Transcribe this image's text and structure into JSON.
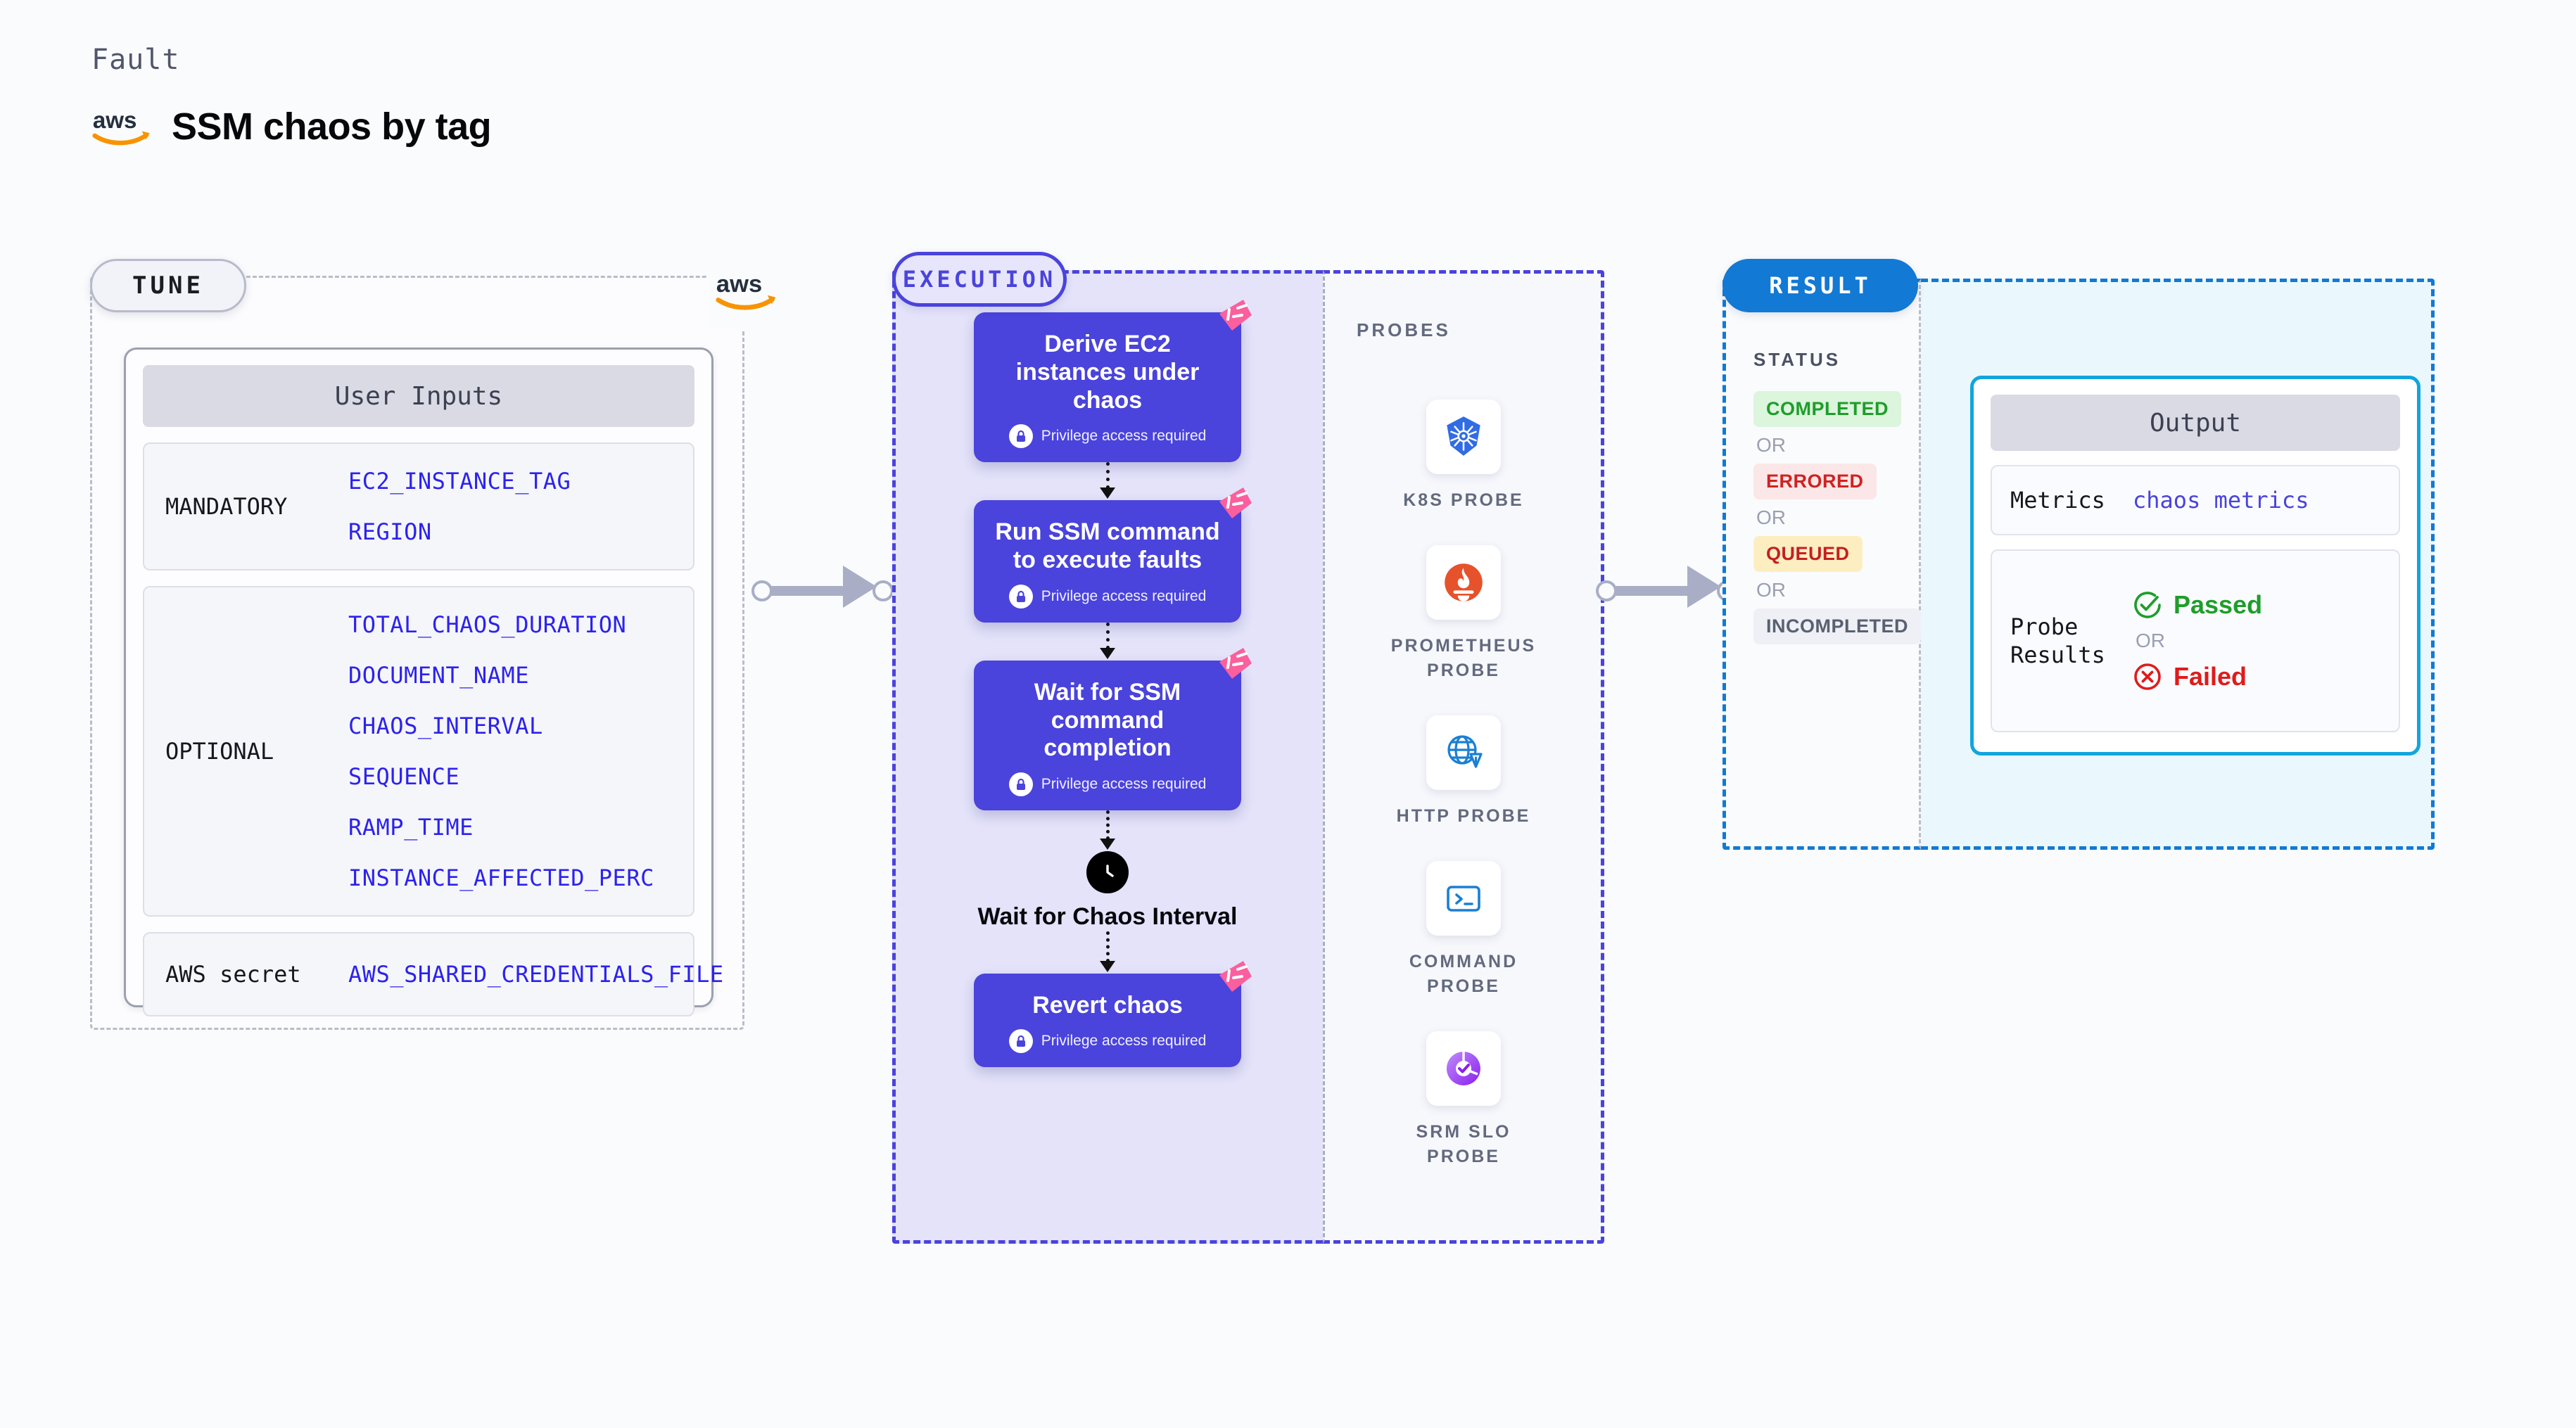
{
  "header": {
    "kicker": "Fault",
    "title": "SSM chaos by tag",
    "logo_icon": "aws-logo"
  },
  "tune": {
    "tab_label": "TUNE",
    "card_header": "User Inputs",
    "aws_badge_icon": "aws-logo",
    "groups": [
      {
        "kind": "MANDATORY",
        "params": [
          "EC2_INSTANCE_TAG",
          "REGION"
        ]
      },
      {
        "kind": "OPTIONAL",
        "params": [
          "TOTAL_CHAOS_DURATION",
          "DOCUMENT_NAME",
          "CHAOS_INTERVAL",
          "SEQUENCE",
          "RAMP_TIME",
          "INSTANCE_AFFECTED_PERC"
        ]
      },
      {
        "kind": "AWS secret",
        "params": [
          "AWS_SHARED_CREDENTIALS_FILE"
        ]
      }
    ]
  },
  "execution": {
    "tab_label": "EXECUTION",
    "privilege_note": "Privilege access required",
    "lock_icon": "lock-icon",
    "flag_icon": "chaos-flag-icon",
    "steps": [
      {
        "type": "box",
        "title": "Derive EC2 instances under chaos",
        "privileged": true
      },
      {
        "type": "box",
        "title": "Run SSM command to execute faults",
        "privileged": true
      },
      {
        "type": "box",
        "title": "Wait for SSM command completion",
        "privileged": true
      },
      {
        "type": "clock",
        "title": "Wait for Chaos Interval",
        "icon": "clock-icon"
      },
      {
        "type": "box",
        "title": "Revert chaos",
        "privileged": true
      }
    ]
  },
  "probes": {
    "section_label": "PROBES",
    "items": [
      {
        "label": "K8S PROBE",
        "icon": "kubernetes-icon"
      },
      {
        "label": "PROMETHEUS PROBE",
        "icon": "prometheus-icon"
      },
      {
        "label": "HTTP PROBE",
        "icon": "http-globe-icon"
      },
      {
        "label": "COMMAND PROBE",
        "icon": "terminal-icon"
      },
      {
        "label": "SRM SLO PROBE",
        "icon": "srm-slo-icon"
      }
    ]
  },
  "result": {
    "tab_label": "RESULT",
    "status_label": "STATUS",
    "or_label": "OR",
    "statuses": [
      {
        "label": "COMPLETED",
        "text_color": "#1f9d2b",
        "bg_color": "#dcf5dd"
      },
      {
        "label": "ERRORED",
        "text_color": "#cf2222",
        "bg_color": "#fbe7e7"
      },
      {
        "label": "QUEUED",
        "text_color": "#c42020",
        "bg_color": "#fdeec2"
      },
      {
        "label": "INCOMPLETED",
        "text_color": "#5a6070",
        "bg_color": "#eef0f6"
      }
    ],
    "output": {
      "header": "Output",
      "metrics_key": "Metrics",
      "metrics_value": "chaos metrics",
      "probe_results_key": "Probe Results",
      "passed_label": "Passed",
      "failed_label": "Failed",
      "passed_icon": "check-circle-icon",
      "failed_icon": "x-circle-icon",
      "or_label": "OR"
    }
  },
  "colors": {
    "step_purple": "#4a43dc",
    "result_blue": "#1279d4",
    "output_cyan": "#12a5dd",
    "param_link": "#2c22ee",
    "flag_pink": "#fb5f9e",
    "aws_orange": "#f79400"
  }
}
